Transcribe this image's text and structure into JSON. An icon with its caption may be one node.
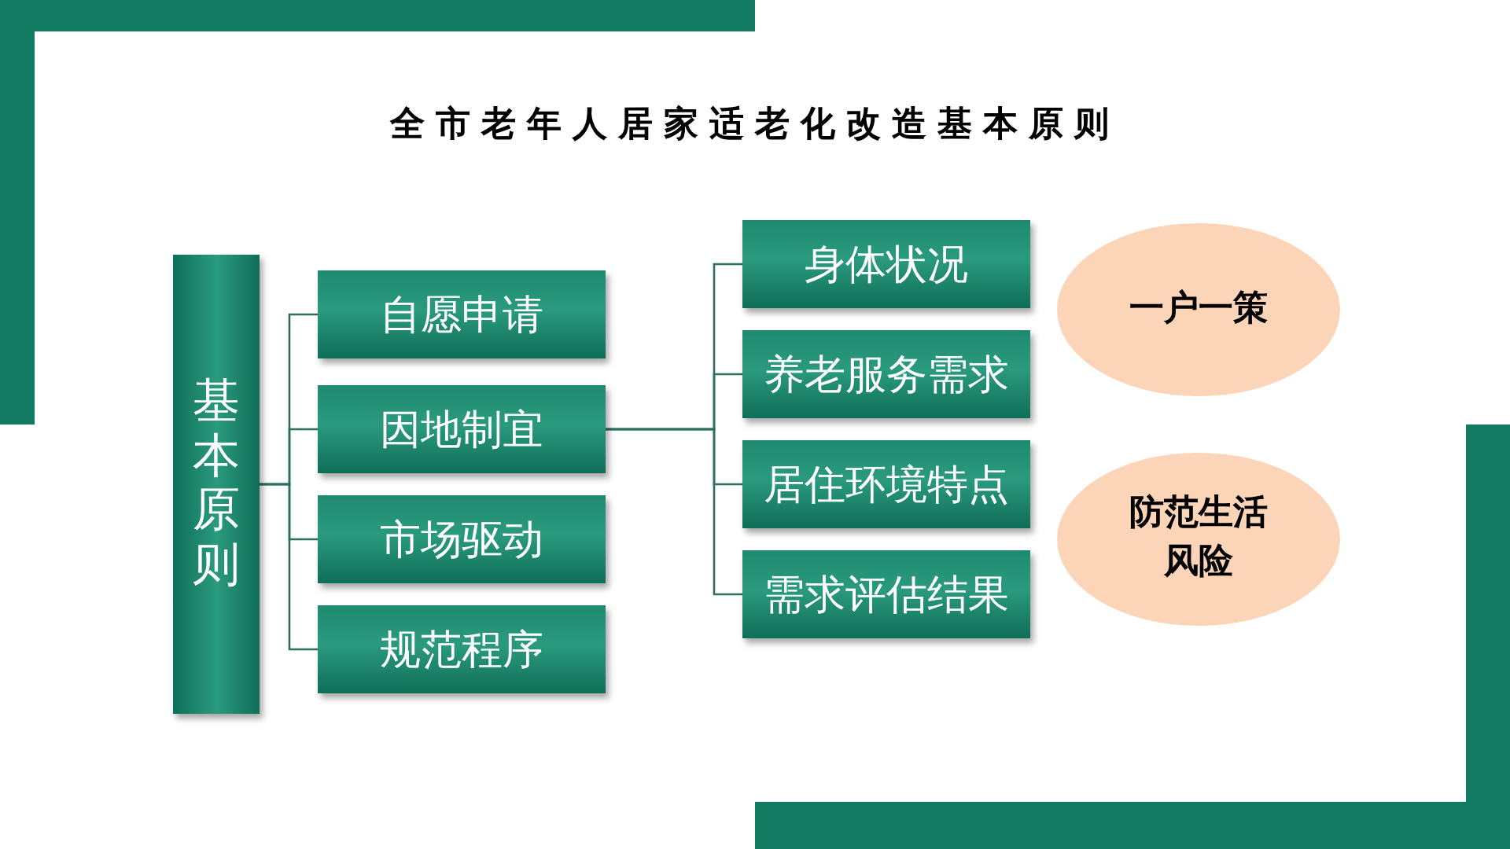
{
  "diagram": {
    "title": "全市老年人居家适老化改造基本原则",
    "nodes": [
      {
        "text": [
          "基本原则"
        ]
      },
      {
        "text": [
          "自愿申请"
        ]
      },
      {
        "text": [
          "因地制宜"
        ]
      },
      {
        "text": [
          "市场驱动"
        ]
      },
      {
        "text": [
          "规范程序"
        ]
      },
      {
        "text": [
          "身体状况"
        ]
      },
      {
        "text": [
          "养老服务需求"
        ]
      },
      {
        "text": [
          "居住环境特点"
        ]
      },
      {
        "text": [
          "需求评估结果"
        ]
      },
      {
        "text": [
          "一户一策"
        ]
      },
      {
        "text": [
          "防范生活风险"
        ]
      }
    ],
    "edges": [
      {
        "from": 0,
        "to": 1,
        "arrow": "none"
      },
      {
        "from": 0,
        "to": 2,
        "arrow": "none"
      },
      {
        "from": 0,
        "to": 3,
        "arrow": "none"
      },
      {
        "from": 0,
        "to": 4,
        "arrow": "none"
      },
      {
        "from": 2,
        "to": 5,
        "arrow": "none"
      },
      {
        "from": 2,
        "to": 6,
        "arrow": "none"
      },
      {
        "from": 2,
        "to": 7,
        "arrow": "none"
      },
      {
        "from": 2,
        "to": 8,
        "arrow": "none"
      }
    ]
  }
}
